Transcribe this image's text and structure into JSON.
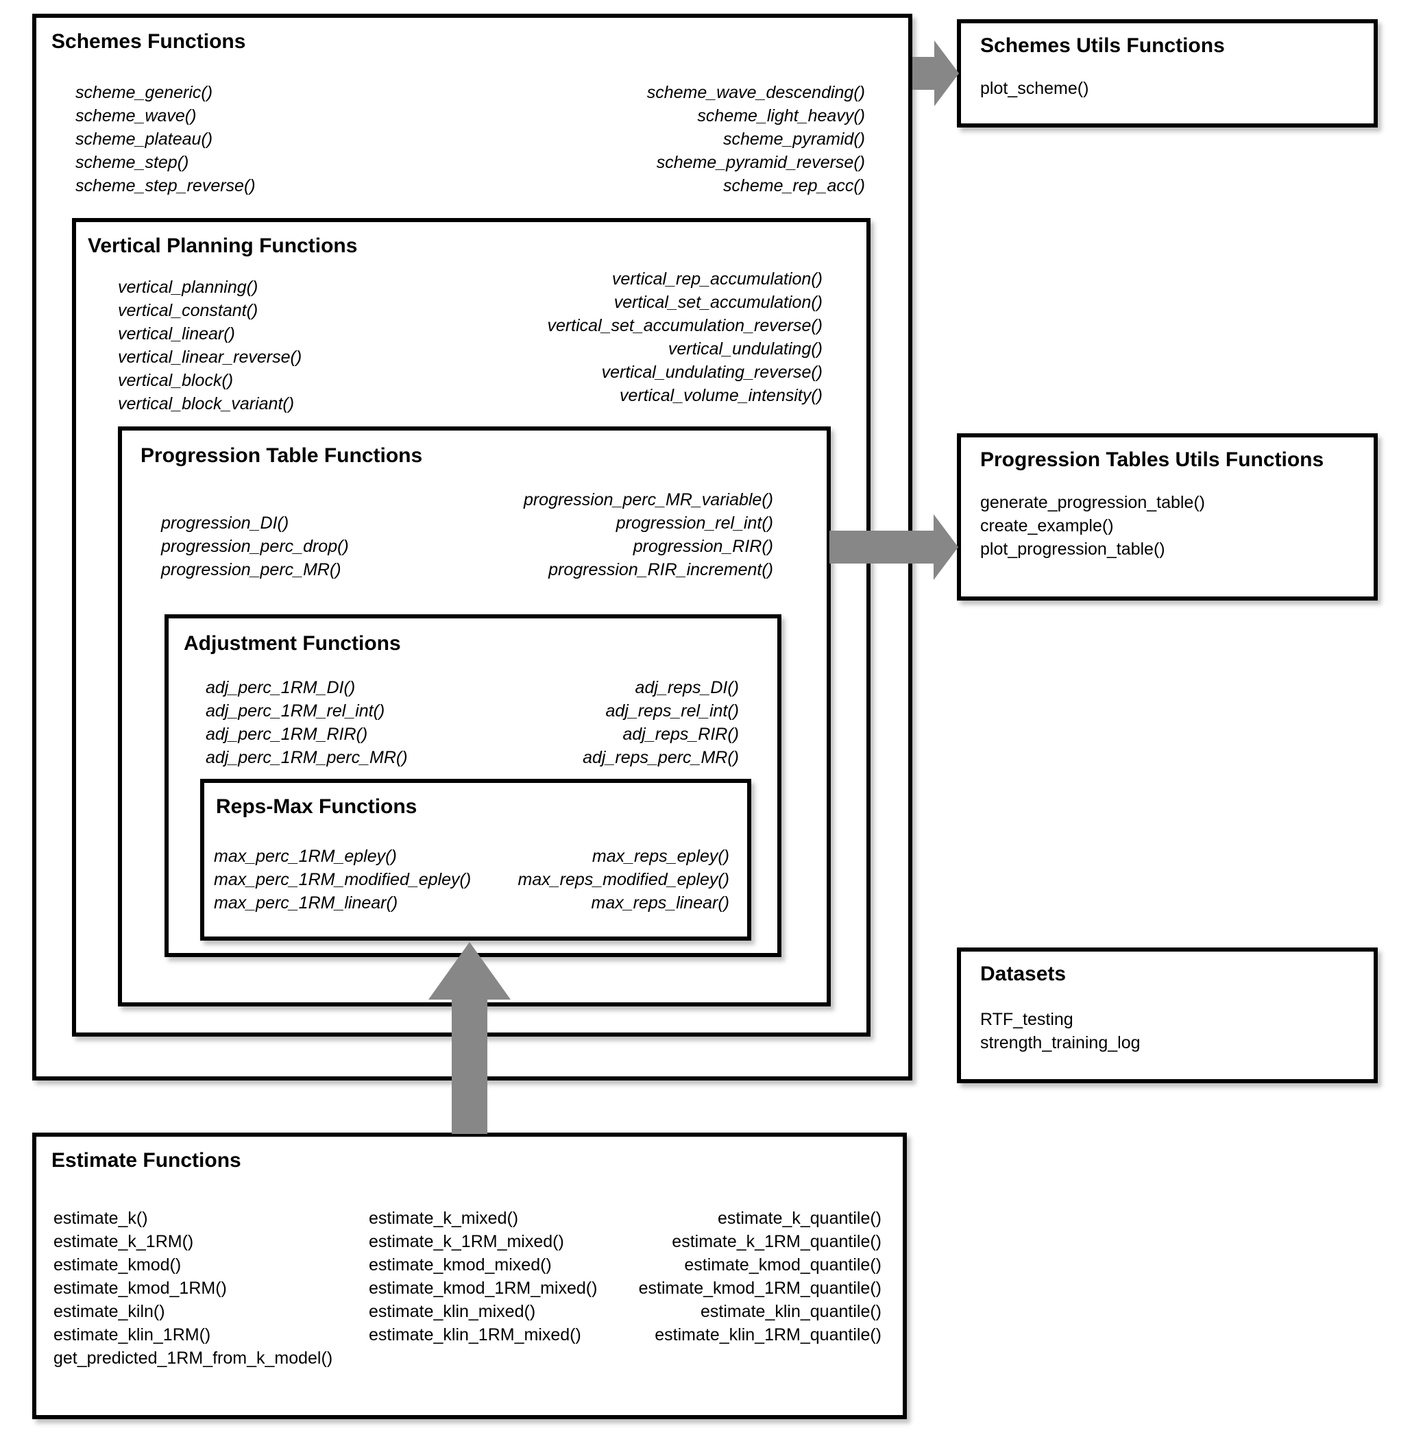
{
  "colors": {
    "arrow": "#878787",
    "border": "#000000",
    "background": "#ffffff"
  },
  "schemes": {
    "title": "Schemes Functions",
    "left": [
      "scheme_generic()",
      "scheme_wave()",
      "scheme_plateau()",
      "scheme_step()",
      "scheme_step_reverse()"
    ],
    "right": [
      "scheme_wave_descending()",
      "scheme_light_heavy()",
      "scheme_pyramid()",
      "scheme_pyramid_reverse()",
      "scheme_rep_acc()"
    ]
  },
  "vertical": {
    "title": "Vertical Planning Functions",
    "left": [
      "vertical_planning()",
      "vertical_constant()",
      "vertical_linear()",
      "vertical_linear_reverse()",
      "vertical_block()",
      "vertical_block_variant()"
    ],
    "right": [
      "vertical_rep_accumulation()",
      "vertical_set_accumulation()",
      "vertical_set_accumulation_reverse()",
      "vertical_undulating()",
      "vertical_undulating_reverse()",
      "vertical_volume_intensity()"
    ]
  },
  "progression": {
    "title": "Progression Table Functions",
    "left": [
      "progression_DI()",
      "progression_perc_drop()",
      "progression_perc_MR()"
    ],
    "right": [
      "progression_perc_MR_variable()",
      "progression_rel_int()",
      "progression_RIR()",
      "progression_RIR_increment()"
    ]
  },
  "adjustment": {
    "title": "Adjustment Functions",
    "left": [
      "adj_perc_1RM_DI()",
      "adj_perc_1RM_rel_int()",
      "adj_perc_1RM_RIR()",
      "adj_perc_1RM_perc_MR()"
    ],
    "right": [
      "adj_reps_DI()",
      "adj_reps_rel_int()",
      "adj_reps_RIR()",
      "adj_reps_perc_MR()"
    ]
  },
  "reps_max": {
    "title": "Reps-Max Functions",
    "left": [
      "max_perc_1RM_epley()",
      "max_perc_1RM_modified_epley()",
      "max_perc_1RM_linear()"
    ],
    "right": [
      "max_reps_epley()",
      "max_reps_modified_epley()",
      "max_reps_linear()"
    ]
  },
  "schemes_utils": {
    "title": "Schemes Utils Functions",
    "items": [
      "plot_scheme()"
    ]
  },
  "progression_utils": {
    "title": "Progression Tables Utils Functions",
    "items": [
      "generate_progression_table()",
      "create_example()",
      "plot_progression_table()"
    ]
  },
  "datasets": {
    "title": "Datasets",
    "items": [
      "RTF_testing",
      "strength_training_log"
    ]
  },
  "estimate": {
    "title": "Estimate Functions",
    "col1": [
      "estimate_k()",
      "estimate_k_1RM()",
      "estimate_kmod()",
      "estimate_kmod_1RM()",
      "estimate_kiln()",
      "estimate_klin_1RM()",
      "get_predicted_1RM_from_k_model()"
    ],
    "col2": [
      "estimate_k_mixed()",
      "estimate_k_1RM_mixed()",
      "estimate_kmod_mixed()",
      "estimate_kmod_1RM_mixed()",
      "estimate_klin_mixed()",
      "estimate_klin_1RM_mixed()"
    ],
    "col3": [
      "estimate_k_quantile()",
      "estimate_k_1RM_quantile()",
      "estimate_kmod_quantile()",
      "estimate_kmod_1RM_quantile()",
      "estimate_klin_quantile()",
      "estimate_klin_1RM_quantile()"
    ]
  }
}
